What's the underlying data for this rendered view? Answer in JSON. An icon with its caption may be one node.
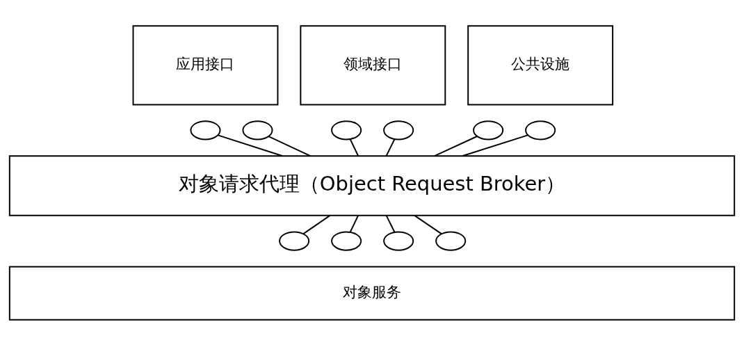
{
  "diagram": {
    "nodes": [
      {
        "text": [
          "应用接口"
        ]
      },
      {
        "text": [
          "领域接口"
        ]
      },
      {
        "text": [
          "公共设施"
        ]
      },
      {
        "text": [],
        "shape": "ellipse"
      },
      {
        "text": [],
        "shape": "ellipse"
      },
      {
        "text": [],
        "shape": "ellipse"
      },
      {
        "text": [],
        "shape": "ellipse"
      },
      {
        "text": [],
        "shape": "ellipse"
      },
      {
        "text": [],
        "shape": "ellipse"
      },
      {
        "text": [
          "对象请求代理（Object Request Broker）"
        ]
      },
      {
        "text": [],
        "shape": "ellipse"
      },
      {
        "text": [],
        "shape": "ellipse"
      },
      {
        "text": [],
        "shape": "ellipse"
      },
      {
        "text": [],
        "shape": "ellipse"
      },
      {
        "text": [
          "对象服务"
        ]
      }
    ],
    "edges": [
      {
        "from": 3,
        "to": 9,
        "arrow": "none"
      },
      {
        "from": 4,
        "to": 9,
        "arrow": "none"
      },
      {
        "from": 5,
        "to": 9,
        "arrow": "none"
      },
      {
        "from": 6,
        "to": 9,
        "arrow": "none"
      },
      {
        "from": 7,
        "to": 9,
        "arrow": "none"
      },
      {
        "from": 8,
        "to": 9,
        "arrow": "none"
      },
      {
        "from": 9,
        "to": 10,
        "arrow": "none"
      },
      {
        "from": 9,
        "to": 11,
        "arrow": "none"
      },
      {
        "from": 9,
        "to": 12,
        "arrow": "none"
      },
      {
        "from": 9,
        "to": 13,
        "arrow": "none"
      }
    ]
  }
}
